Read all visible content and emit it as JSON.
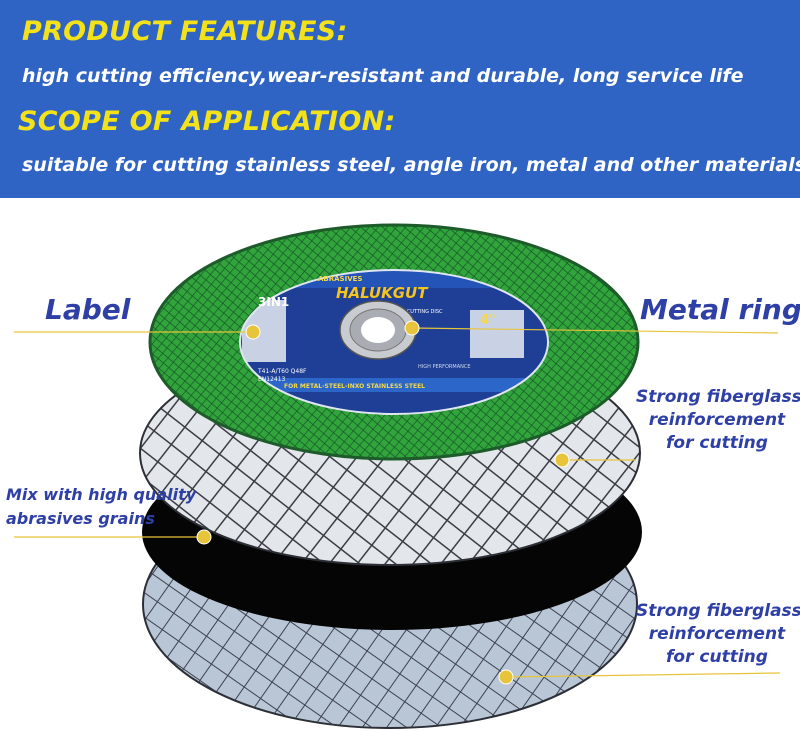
{
  "header": {
    "features_title": "PRODUCT FEATURES:",
    "features_text": "high cutting efficiency,wear-resistant and durable, long service life",
    "scope_title": "SCOPE OF APPLICATION:",
    "scope_text": "suitable for cutting stainless steel, angle iron, metal and other materials"
  },
  "disc_label": {
    "brand_small": "ABRASIVES",
    "brand": "HALUKGUT",
    "badge": "3IN1",
    "subtitle": "3-IN-1 METAL CUTTING DISC",
    "size": "4\"",
    "spec1": "T41-A/T60 Q48F",
    "spec2": "EN12413",
    "ceramic": "HIGH PERFORMANCE",
    "bottom_text": "FOR METAL-STEEL-INXO STAINLESS STEEL"
  },
  "callouts": {
    "label": "Label",
    "metal_ring": "Metal ring",
    "fiberglass_top_1": "Strong fiberglass",
    "fiberglass_top_2": "reinforcement",
    "fiberglass_top_3": "for cutting",
    "abrasives_1": "Mix with high quality",
    "abrasives_2": "abrasives grains",
    "fiberglass_bottom_1": "Strong fiberglass",
    "fiberglass_bottom_2": "reinforcement",
    "fiberglass_bottom_3": "for cutting"
  },
  "colors": {
    "header_bg": "#2f63c4",
    "title_yellow": "#f3e21a",
    "callout_blue": "#2e3fa6",
    "leader_yellow": "#e7c43a",
    "disc_green": "#2ea43a",
    "label_blue": "#1f3f96"
  }
}
